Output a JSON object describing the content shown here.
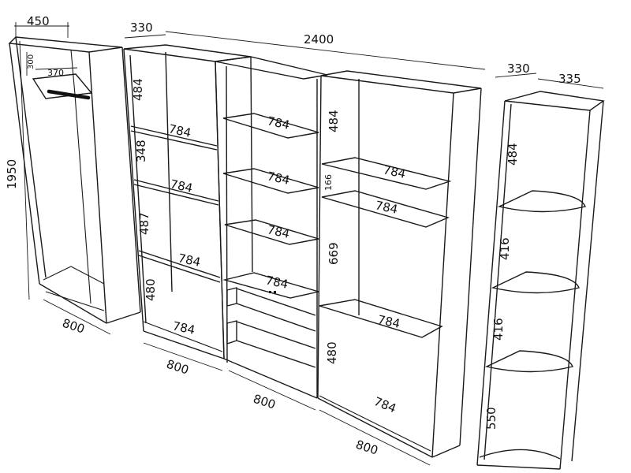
{
  "labels": {
    "w450": "450",
    "d330a": "330",
    "total2400": "2400",
    "d330b": "330",
    "w335": "335",
    "h1950": "1950",
    "h300": "300",
    "w370": "370",
    "w800a": "800",
    "w800b": "800",
    "w800c": "800",
    "w800d": "800",
    "s784": "784",
    "h484a": "484",
    "h348": "348",
    "h487": "487",
    "h480a": "480",
    "h484b": "484",
    "h166": "166",
    "h669": "669",
    "h480b": "480",
    "h484c": "484",
    "h416a": "416",
    "h416b": "416",
    "h550": "550"
  }
}
